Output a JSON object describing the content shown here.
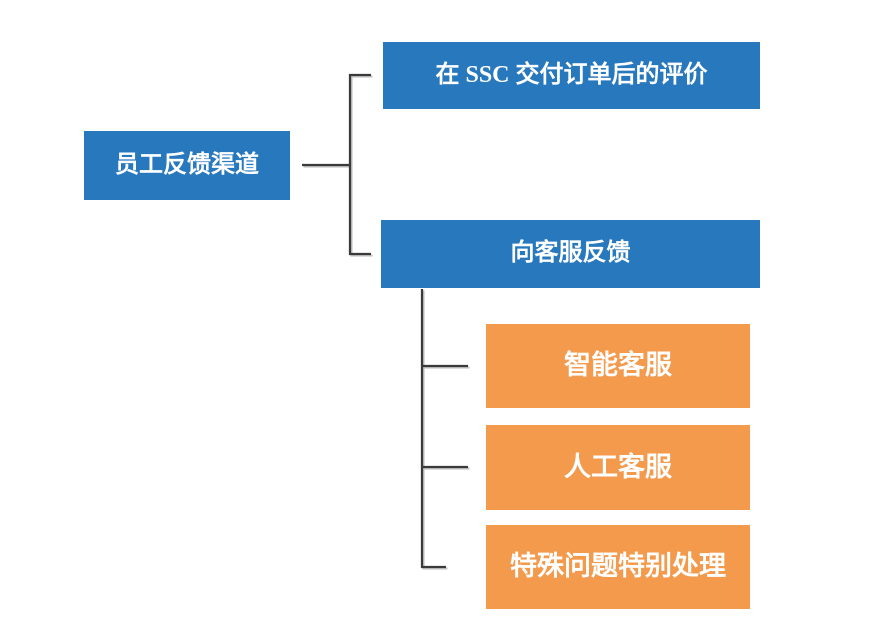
{
  "diagram": {
    "type": "hierarchy-flowchart",
    "nodes": {
      "root": {
        "label": "员工反馈渠道",
        "level": 1,
        "color": "#2878BE"
      },
      "ssc_review": {
        "label": "在 SSC 交付订单后的评价",
        "level": 2,
        "color": "#2878BE"
      },
      "service_feedback": {
        "label": "向客服反馈",
        "level": 2,
        "color": "#2878BE"
      },
      "smart_service": {
        "label": "智能客服",
        "level": 3,
        "color": "#F39A4C"
      },
      "human_service": {
        "label": "人工客服",
        "level": 3,
        "color": "#F39A4C"
      },
      "special_handling": {
        "label": "特殊问题特别处理",
        "level": 3,
        "color": "#F39A4C"
      }
    },
    "edges": [
      {
        "from": "root",
        "to": "ssc_review"
      },
      {
        "from": "root",
        "to": "service_feedback"
      },
      {
        "from": "service_feedback",
        "to": "smart_service"
      },
      {
        "from": "service_feedback",
        "to": "human_service"
      },
      {
        "from": "service_feedback",
        "to": "special_handling"
      }
    ],
    "colors": {
      "level1_blue": "#2878BE",
      "level2_orange": "#F39A4C",
      "connector": "#3A3A3A",
      "connector_shadow": "#C6C6C6",
      "text": "#FFFFFF",
      "background": "#FFFFFF"
    }
  }
}
